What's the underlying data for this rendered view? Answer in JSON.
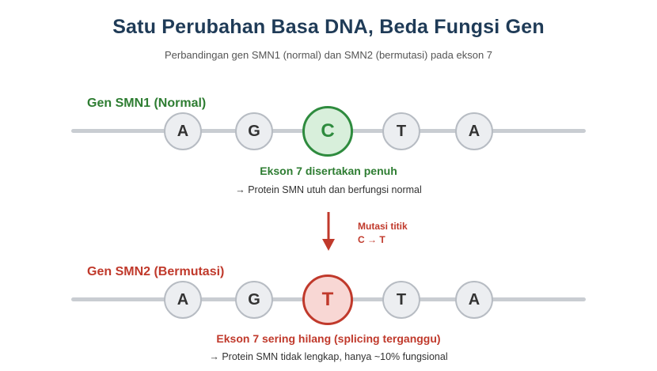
{
  "title": "Satu Perubahan Basa DNA, Beda Fungsi Gen",
  "subtitle": "Perbandingan gen SMN1 (normal) dan SMN2 (bermutasi) pada ekson 7",
  "normal": {
    "label": "Gen SMN1 (Normal)",
    "bases": [
      "A",
      "G",
      "C",
      "T",
      "A"
    ],
    "highlight_index": 2,
    "result_title": "Ekson 7 disertakan penuh",
    "result_desc": "→ Protein SMN utuh dan berfungsi normal"
  },
  "mutation": {
    "line1": "Mutasi titik",
    "line2": "C → T"
  },
  "mutant": {
    "label": "Gen SMN2 (Bermutasi)",
    "bases": [
      "A",
      "G",
      "T",
      "T",
      "A"
    ],
    "highlight_index": 2,
    "result_title": "Ekson 7 sering hilang (splicing terganggu)",
    "result_desc": "→ Protein SMN tidak lengkap, hanya ~10% fungsional"
  },
  "colors": {
    "normal": "#2e7d32",
    "mutant": "#c0392b",
    "title": "#1f3b57"
  }
}
